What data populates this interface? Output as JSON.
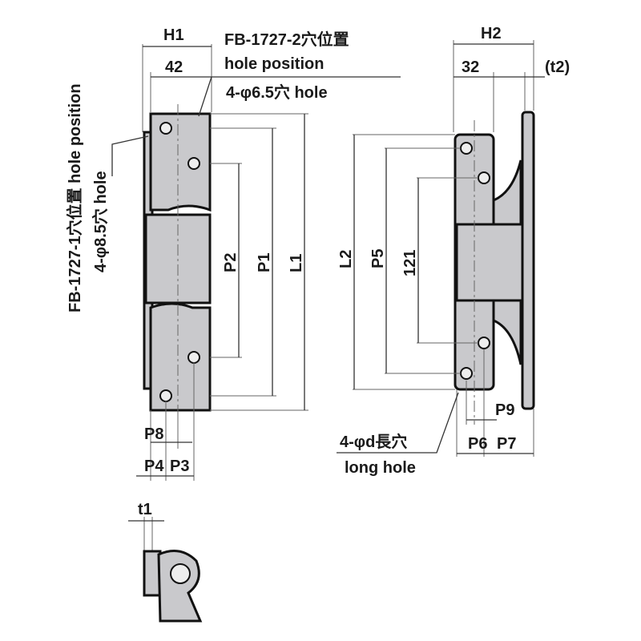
{
  "front_view": {
    "dim_h1": "H1",
    "dim_42": "42",
    "note_fb2_title": "FB-1727-2穴位置",
    "note_fb2_hole_position": "hole position",
    "note_fb2_holes": "4-φ6.5穴  hole",
    "note_fb1_title": "FB-1727-1穴位置  hole position",
    "note_fb1_holes": "4-φ8.5穴  hole",
    "dim_p2": "P2",
    "dim_p1": "P1",
    "dim_l1": "L1",
    "dim_p8": "P8",
    "dim_p4": "P4",
    "dim_p3": "P3"
  },
  "side_view": {
    "dim_h2": "H2",
    "dim_32": "32",
    "dim_t2": "(t2)",
    "dim_l2": "L2",
    "dim_p5": "P5",
    "dim_121": "121",
    "dim_p9": "P9",
    "dim_p6": "P6",
    "dim_p7": "P7",
    "note_long_hole": "4-φd長穴",
    "note_long_hole_en": "long hole"
  },
  "bottom_view": {
    "dim_t1": "t1"
  }
}
